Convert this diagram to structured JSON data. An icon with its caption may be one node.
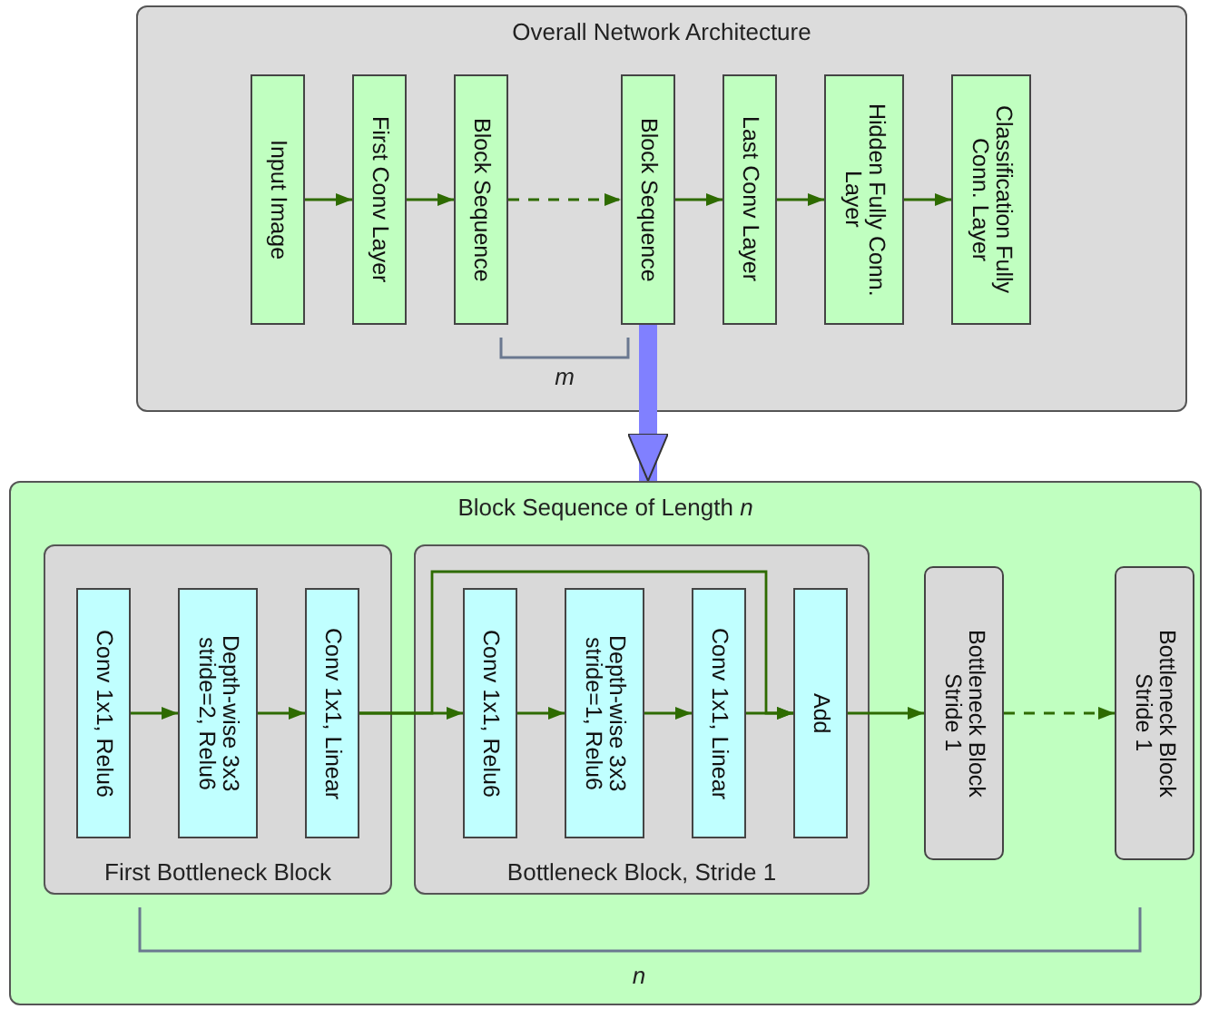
{
  "diagram": {
    "nodes": [
      {
        "text": [
          "Overall Network Architecture"
        ]
      },
      {
        "text": [
          "Input Image"
        ],
        "in": 0
      },
      {
        "text": [
          "First Conv Layer"
        ],
        "in": 0
      },
      {
        "text": [
          "Block Sequence"
        ],
        "in": 0
      },
      {
        "text": [
          "Block Sequence"
        ],
        "in": 0
      },
      {
        "text": [
          "Last Conv Layer"
        ],
        "in": 0
      },
      {
        "text": [
          "Hidden Fully Conn. Layer"
        ],
        "in": 0
      },
      {
        "text": [
          "Classification Fully Conn. Layer"
        ],
        "in": 0
      },
      {
        "text": [
          "Block Sequence of Length *n*"
        ]
      },
      {
        "text": [
          "First Bottleneck Block"
        ],
        "in": 8
      },
      {
        "text": [
          "Conv 1x1, Relu6"
        ],
        "in": 9
      },
      {
        "text": [
          "Depth-wise 3x3 stride=2, Relu6"
        ],
        "in": 9
      },
      {
        "text": [
          "Conv 1x1, Linear"
        ],
        "in": 9
      },
      {
        "text": [
          "Bottleneck Block, Stride 1"
        ],
        "in": 8
      },
      {
        "text": [
          "Conv 1x1, Relu6"
        ],
        "in": 13
      },
      {
        "text": [
          "Depth-wise 3x3 stride=1, Relu6"
        ],
        "in": 13
      },
      {
        "text": [
          "Conv 1x1, Linear"
        ],
        "in": 13
      },
      {
        "text": [
          "Add"
        ],
        "in": 13
      },
      {
        "text": [
          "Bottleneck Block Stride 1"
        ],
        "in": 8
      },
      {
        "text": [
          "Bottleneck Block Stride 1"
        ],
        "in": 8
      }
    ],
    "edges": [
      {
        "from": 1,
        "to": 2,
        "arrow": "to"
      },
      {
        "from": 2,
        "to": 3,
        "arrow": "to"
      },
      {
        "from": 3,
        "to": 4,
        "arrow": "to",
        "style": "dashed"
      },
      {
        "from": 4,
        "to": 5,
        "arrow": "to"
      },
      {
        "from": 5,
        "to": 6,
        "arrow": "to"
      },
      {
        "from": 6,
        "to": 7,
        "arrow": "to"
      },
      {
        "from": 4,
        "to": 8,
        "arrow": "to",
        "style": "thick",
        "color": "#8080ff"
      },
      {
        "from": 10,
        "to": 11,
        "arrow": "to"
      },
      {
        "from": 11,
        "to": 12,
        "arrow": "to"
      },
      {
        "from": 12,
        "to": 14,
        "arrow": "to"
      },
      {
        "from": 12,
        "to": 17,
        "arrow": "to"
      },
      {
        "from": 14,
        "to": 15,
        "arrow": "to"
      },
      {
        "from": 15,
        "to": 16,
        "arrow": "to"
      },
      {
        "from": 16,
        "to": 17,
        "arrow": "to"
      },
      {
        "from": 17,
        "to": 18,
        "arrow": "to"
      },
      {
        "from": 18,
        "to": 19,
        "arrow": "to",
        "style": "dashed"
      }
    ],
    "labels": [
      "m",
      "n"
    ]
  }
}
